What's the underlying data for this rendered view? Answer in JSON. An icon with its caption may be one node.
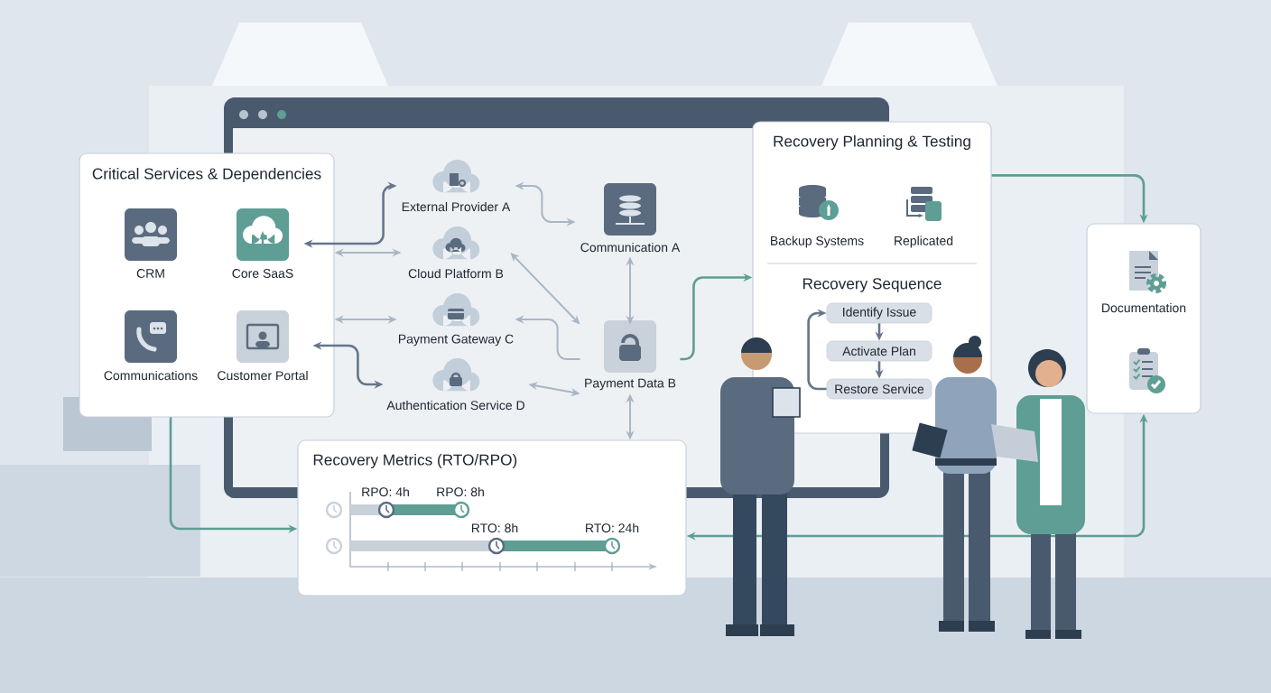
{
  "diagram": {
    "nodes": [
      {
        "text": [
          "Critical Services & Dependencies"
        ]
      },
      {
        "text": [
          "CRM"
        ],
        "in": 0
      },
      {
        "text": [
          "Core SaaS"
        ],
        "in": 0
      },
      {
        "text": [
          "Communications"
        ],
        "in": 0
      },
      {
        "text": [
          "Customer Portal"
        ],
        "in": 0
      },
      {
        "text": [
          "External Provider A"
        ]
      },
      {
        "text": [
          "Cloud Platform B"
        ]
      },
      {
        "text": [
          "Payment Gateway C"
        ]
      },
      {
        "text": [
          "Authentication Service D"
        ]
      },
      {
        "text": [
          "Communication A"
        ]
      },
      {
        "text": [
          "Payment Data B"
        ]
      },
      {
        "text": [
          "Recovery Planning & Testing",
          "Recovery Sequence"
        ]
      },
      {
        "text": [
          "Backup Systems"
        ],
        "in": 11
      },
      {
        "text": [
          "Replicated"
        ],
        "in": 11
      },
      {
        "text": [
          "Identify Issue"
        ],
        "in": 11
      },
      {
        "text": [
          "Activate Plan"
        ],
        "in": 11
      },
      {
        "text": [
          "Restore Service"
        ],
        "in": 11
      },
      {
        "text": [
          "Documentation"
        ]
      },
      {
        "text": [
          "Recovery Metrics (RTO/RPO)"
        ]
      }
    ],
    "edges": [
      {
        "from": 5,
        "to": 2,
        "arrow": "both",
        "color": "#66768a"
      },
      {
        "from": 0,
        "to": 6,
        "arrow": "both"
      },
      {
        "from": 0,
        "to": 7,
        "arrow": "both"
      },
      {
        "from": 4,
        "to": 8,
        "arrow": "both",
        "color": "#66768a"
      },
      {
        "from": 5,
        "to": 9,
        "arrow": "both"
      },
      {
        "from": 10,
        "to": 6,
        "arrow": "both"
      },
      {
        "from": 10,
        "to": 7,
        "arrow": "to"
      },
      {
        "from": 10,
        "to": 8,
        "arrow": "both"
      },
      {
        "from": 9,
        "to": 10,
        "arrow": "both"
      },
      {
        "from": 10,
        "to": 18,
        "arrow": "both"
      },
      {
        "from": 10,
        "to": 11,
        "arrow": "to",
        "color": "#5e9e94"
      },
      {
        "from": 14,
        "to": 15,
        "arrow": "to",
        "color": "#66768a"
      },
      {
        "from": 15,
        "to": 16,
        "arrow": "to",
        "color": "#66768a"
      },
      {
        "from": 16,
        "to": 14,
        "arrow": "to",
        "color": "#66768a"
      },
      {
        "from": 11,
        "to": 17,
        "arrow": "to",
        "color": "#5e9e94"
      },
      {
        "from": 18,
        "to": 17,
        "arrow": "both",
        "color": "#5e9e94"
      },
      {
        "from": 0,
        "to": 18,
        "arrow": "to",
        "color": "#5e9e94"
      }
    ],
    "labels": [
      "RPO: 4h",
      "RPO: 8h",
      "RTO: 8h",
      "RTO: 24h"
    ]
  }
}
